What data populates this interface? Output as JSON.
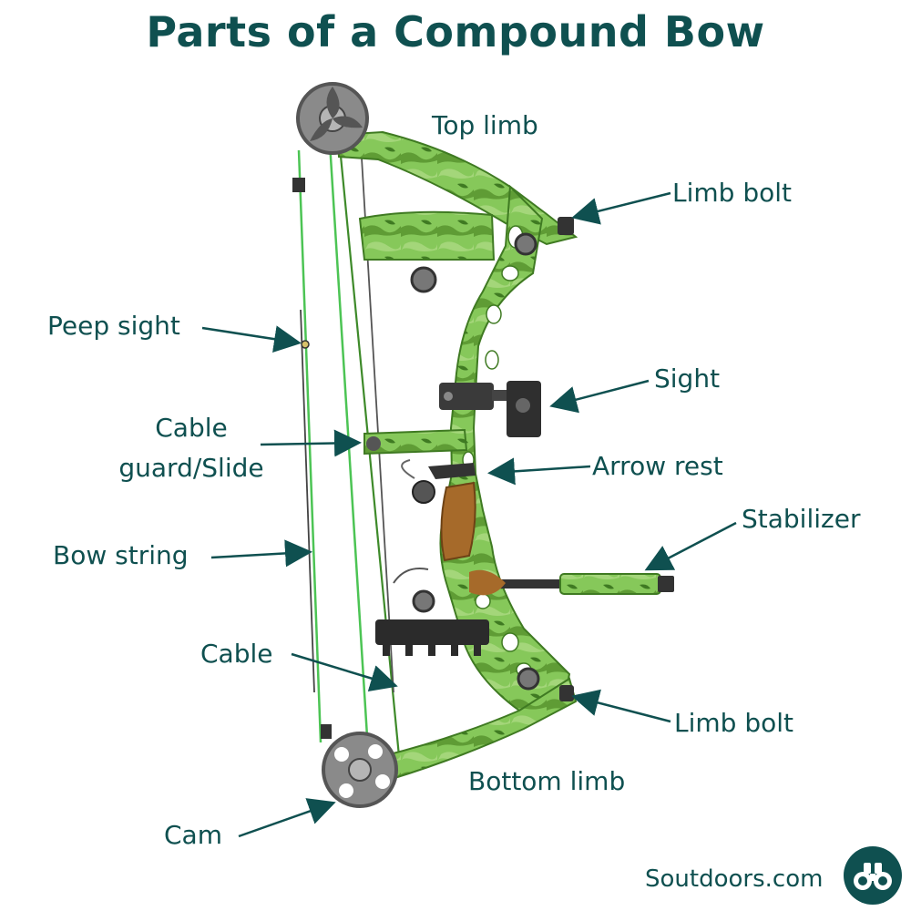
{
  "header": {
    "title": "Parts of a Compound Bow"
  },
  "labels": {
    "top_limb": "Top limb",
    "limb_bolt_top": "Limb bolt",
    "peep_sight": "Peep sight",
    "sight": "Sight",
    "cable_guard_line1": "Cable",
    "cable_guard_line2": "guard/Slide",
    "arrow_rest": "Arrow rest",
    "stabilizer": "Stabilizer",
    "bow_string": "Bow string",
    "cable": "Cable",
    "limb_bolt_bottom": "Limb bolt",
    "bottom_limb": "Bottom limb",
    "cam": "Cam"
  },
  "footer": {
    "brand": "Soutdoors.com",
    "brand_icon": "binoculars-icon"
  },
  "colors": {
    "text": "#0f5050",
    "camo_green": "#7cc452",
    "camo_dark": "#4f8a2c",
    "wood": "#a66a2a",
    "hardware": "#333333",
    "string_green": "#4cc454",
    "badge": "#0f5050"
  }
}
